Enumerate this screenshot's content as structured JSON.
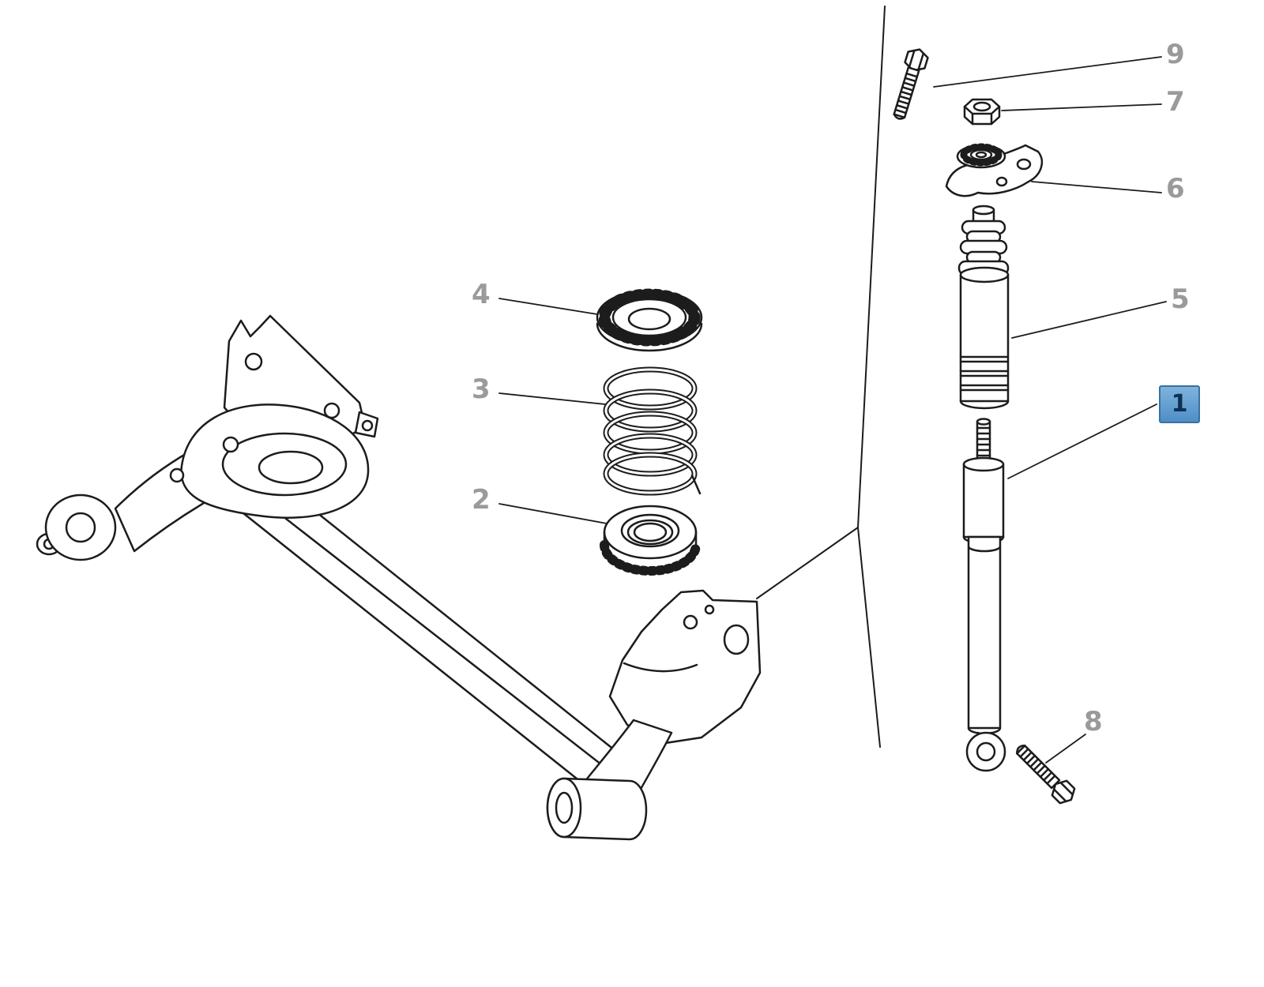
{
  "meta": {
    "title": "Rear suspension exploded parts diagram"
  },
  "colors": {
    "line": "#1c1c1c",
    "callout_label": "#9a9a9a",
    "highlight_fill": "#5596cc",
    "highlight_border": "#39719f",
    "highlight_text": "#0e3152",
    "background": "#ffffff"
  },
  "callouts": {
    "n1": {
      "label": "1",
      "part": "shock-absorber",
      "highlighted": true
    },
    "n2": {
      "label": "2",
      "part": "lower-spring-seat",
      "highlighted": false
    },
    "n3": {
      "label": "3",
      "part": "coil-spring",
      "highlighted": false
    },
    "n4": {
      "label": "4",
      "part": "upper-spring-mount",
      "highlighted": false
    },
    "n5": {
      "label": "5",
      "part": "bump-stop-dust-boot",
      "highlighted": false
    },
    "n6": {
      "label": "6",
      "part": "upper-shock-mount",
      "highlighted": false
    },
    "n7": {
      "label": "7",
      "part": "nut",
      "highlighted": false
    },
    "n8": {
      "label": "8",
      "part": "lower-shock-bolt",
      "highlighted": false
    },
    "n9": {
      "label": "9",
      "part": "upper-mount-bolt",
      "highlighted": false
    }
  }
}
